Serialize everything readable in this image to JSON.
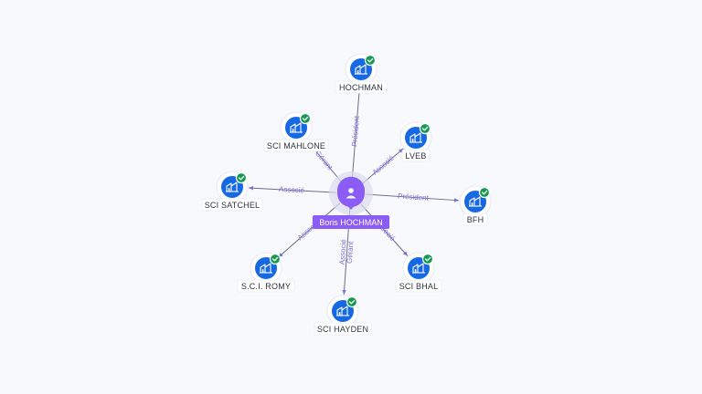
{
  "center": {
    "name": "Boris HOCHMAN",
    "icon": "person-icon",
    "color": "#8b5cf6"
  },
  "nodes": [
    {
      "id": "hochman",
      "label": "HOCHMAN",
      "icon": "building-icon",
      "status": "verified-check-icon"
    },
    {
      "id": "lveb",
      "label": "LVEB",
      "icon": "building-icon",
      "status": "verified-check-icon"
    },
    {
      "id": "bfh",
      "label": "BFH",
      "icon": "building-icon",
      "status": "verified-check-icon"
    },
    {
      "id": "sci-bhal",
      "label": "SCI BHAL",
      "icon": "building-icon",
      "status": "verified-check-icon"
    },
    {
      "id": "sci-hayden",
      "label": "SCI HAYDEN",
      "icon": "building-icon",
      "status": "verified-check-icon"
    },
    {
      "id": "sci-romy",
      "label": "S.C.I. ROMY",
      "icon": "building-icon",
      "status": "verified-check-icon"
    },
    {
      "id": "sci-satchel",
      "label": "SCI SATCHEL",
      "icon": "building-icon",
      "status": "verified-check-icon"
    },
    {
      "id": "sci-mahlone",
      "label": "SCI MAHLONE",
      "icon": "building-icon",
      "status": "verified-check-icon"
    }
  ],
  "edges": [
    {
      "target": "hochman",
      "labels": [
        "Président"
      ]
    },
    {
      "target": "lveb",
      "labels": [
        "Associé"
      ]
    },
    {
      "target": "bfh",
      "labels": [
        "Président"
      ]
    },
    {
      "target": "sci-bhal",
      "labels": [
        "Associé"
      ]
    },
    {
      "target": "sci-hayden",
      "labels": [
        "Gérant",
        "Associé"
      ]
    },
    {
      "target": "sci-romy",
      "labels": [
        "Associé"
      ]
    },
    {
      "target": "sci-satchel",
      "labels": [
        "Associé"
      ]
    },
    {
      "target": "sci-mahlone",
      "labels": [
        "Gérant"
      ]
    }
  ],
  "colors": {
    "accent": "#8b5cf6",
    "node": "#1668e3",
    "check": "#169a52",
    "edge_label": "#7a6fd8"
  }
}
